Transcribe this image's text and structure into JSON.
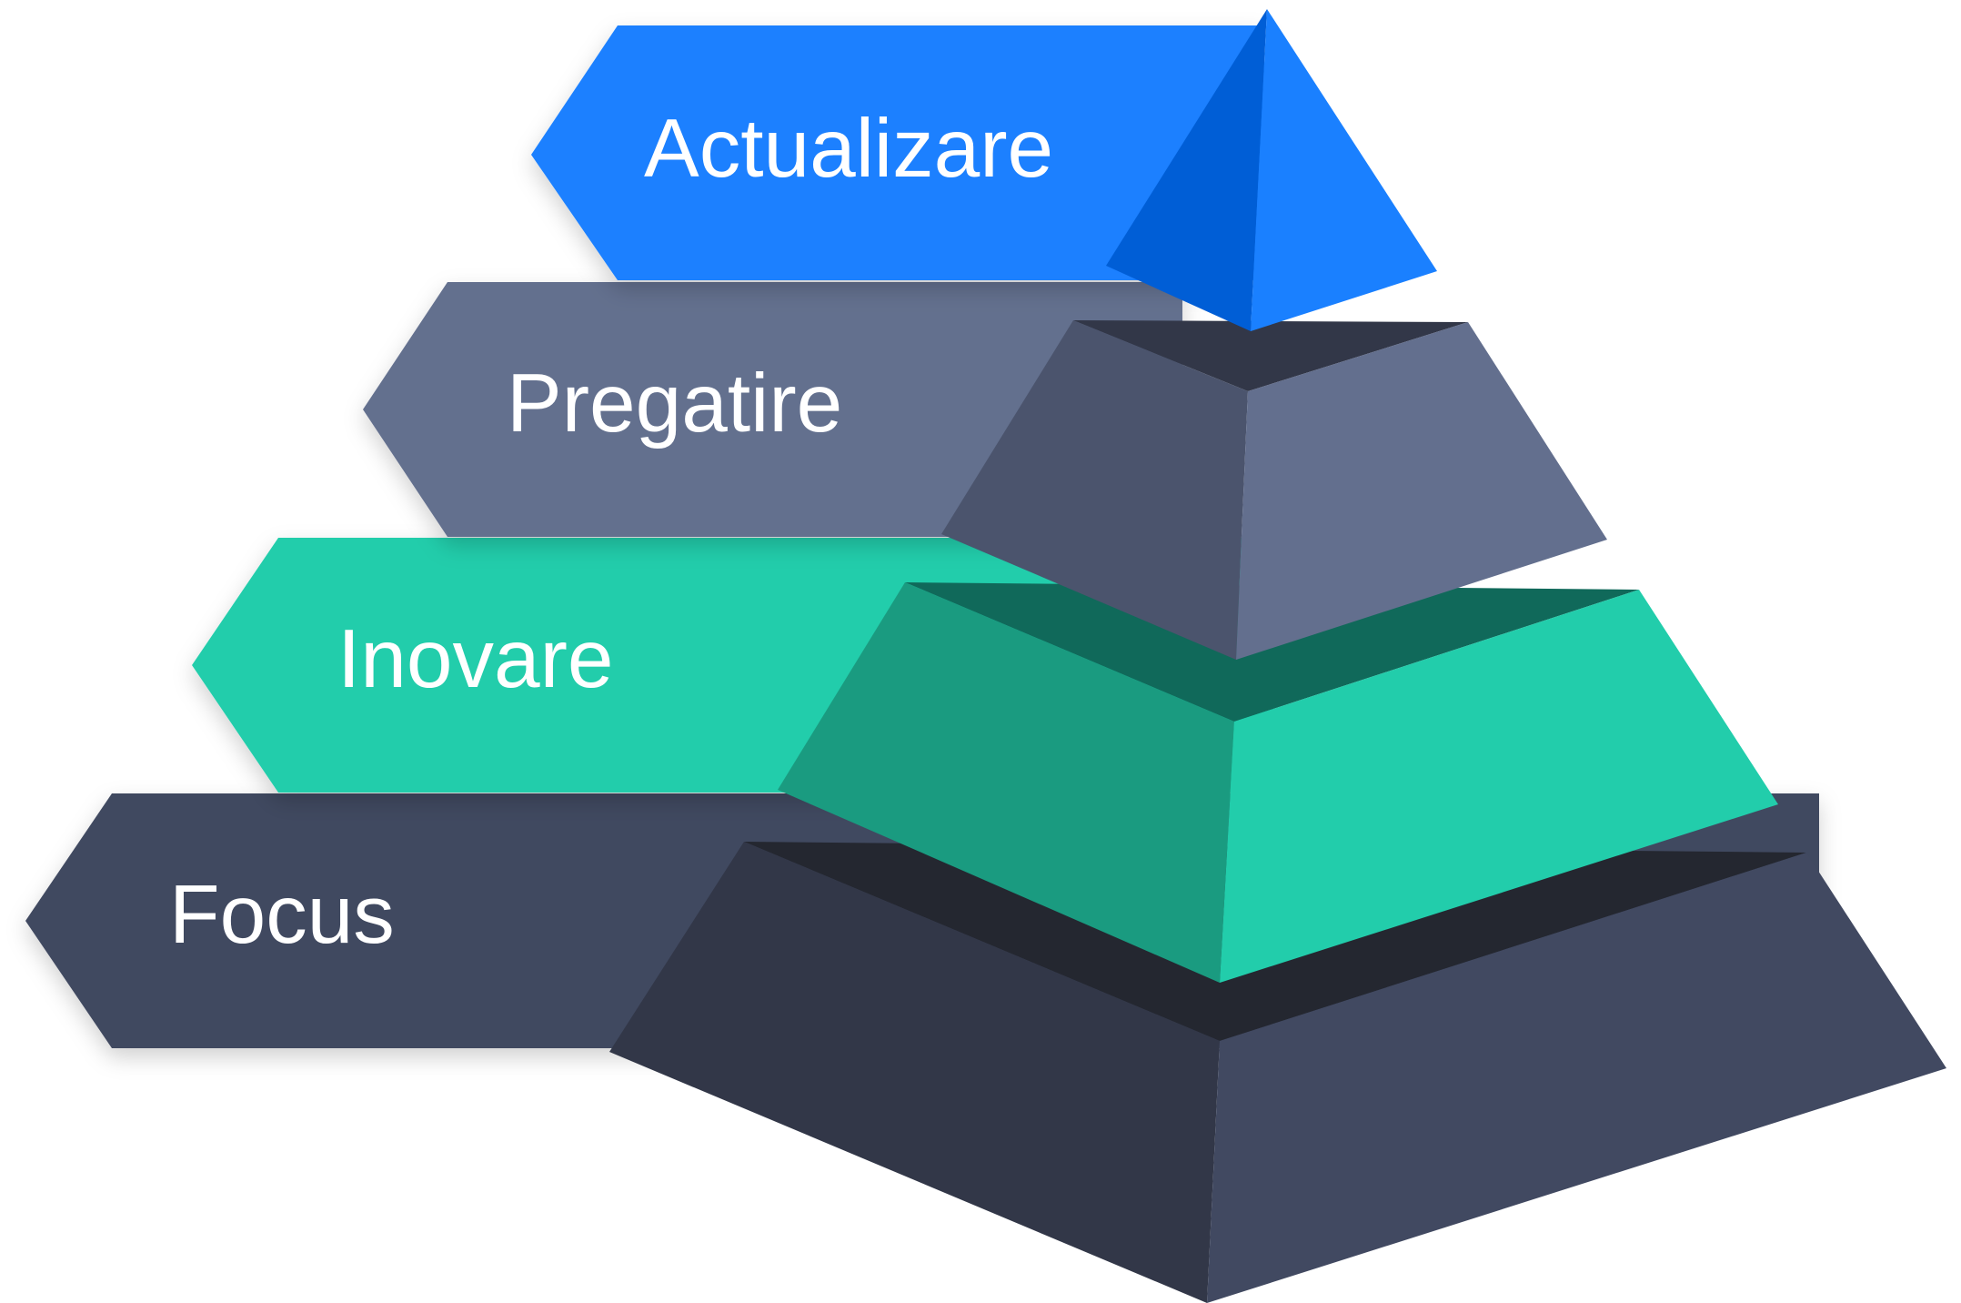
{
  "diagram": {
    "type": "pyramid",
    "levels": [
      {
        "id": "actualizare",
        "label": "Actualizare",
        "colors": {
          "band": "#1A80FF",
          "front": "#1A80FF",
          "left": "#005ED6",
          "top": "#005ED6"
        }
      },
      {
        "id": "pregatire",
        "label": "Pregatire",
        "colors": {
          "band": "#636F8E",
          "front": "#636F8E",
          "left": "#4B546D",
          "top": "#323748"
        }
      },
      {
        "id": "inovare",
        "label": "Inovare",
        "colors": {
          "band": "#22CDAB",
          "front": "#22CDAB",
          "left": "#1A9B80",
          "top": "#10695A"
        }
      },
      {
        "id": "focus",
        "label": "Focus",
        "colors": {
          "band": "#414961",
          "front": "#414961",
          "left": "#323748",
          "top": "#242730"
        }
      }
    ]
  }
}
